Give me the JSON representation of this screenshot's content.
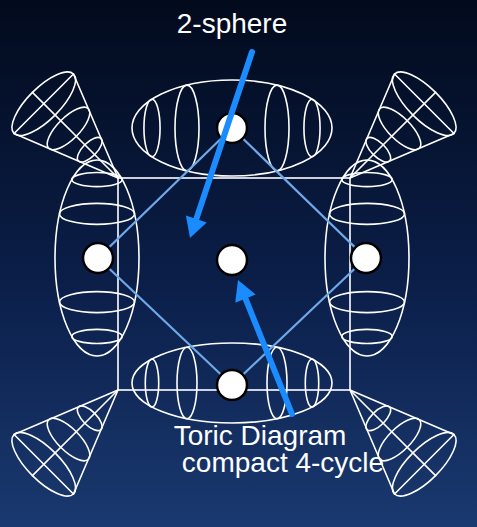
{
  "diagram": {
    "labels": [
      "2-sphere",
      "Toric Diagram",
      "compact 4-cycle"
    ]
  }
}
